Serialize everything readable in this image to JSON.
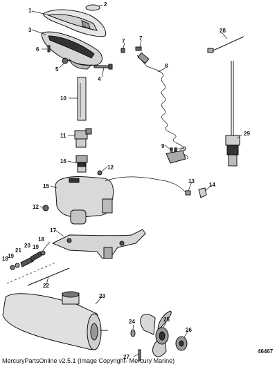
{
  "diagram": {
    "callouts": [
      "1",
      "2",
      "3",
      "4",
      "5",
      "6",
      "7",
      "7",
      "8",
      "9",
      "9",
      "10",
      "11",
      "12",
      "12",
      "13",
      "14",
      "15",
      "16",
      "17",
      "18",
      "18",
      "19",
      "19",
      "20",
      "21",
      "22",
      "23",
      "24",
      "25",
      "26",
      "27",
      "28",
      "29"
    ],
    "reference_number": "46467"
  },
  "footer": {
    "text": "MercuryPartsOnline v2.5.1 (Image Copyright- Mercury Marine)"
  }
}
